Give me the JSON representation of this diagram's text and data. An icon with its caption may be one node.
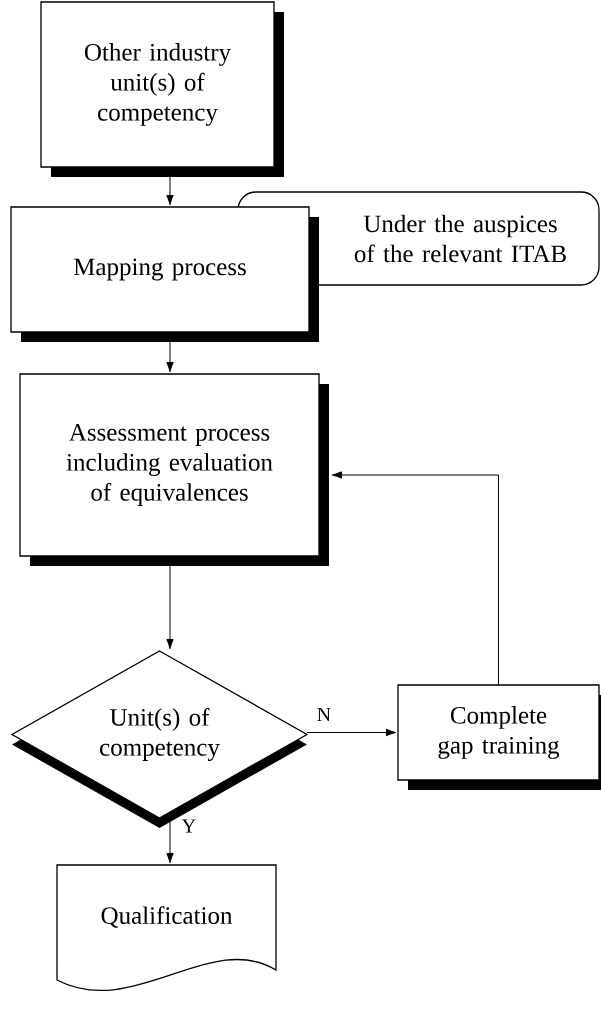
{
  "diagram": {
    "nodes": [
      {
        "text": [
          "Other industry unit(s) of competency"
        ]
      },
      {
        "text": [
          "Mapping process"
        ]
      },
      {
        "text": [
          "Under the auspices of the relevant ITAB"
        ]
      },
      {
        "text": [
          "Assessment process including evaluation of equivalences"
        ]
      },
      {
        "text": [
          "Unit(s) of competency"
        ]
      },
      {
        "text": [
          "Complete gap training"
        ]
      },
      {
        "text": [
          "Qualification"
        ]
      }
    ],
    "edges": [
      {
        "from": 0,
        "to": 1,
        "arrow": "to"
      },
      {
        "from": 1,
        "to": 3,
        "arrow": "to"
      },
      {
        "from": 3,
        "to": 4,
        "arrow": "to"
      },
      {
        "from": 4,
        "to": 5,
        "arrow": "to",
        "label": "N"
      },
      {
        "from": 5,
        "to": 3,
        "arrow": "to"
      },
      {
        "from": 4,
        "to": 6,
        "arrow": "to",
        "label": "Y"
      }
    ]
  }
}
